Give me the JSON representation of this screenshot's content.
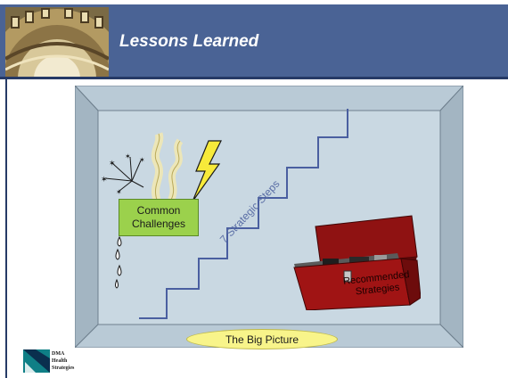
{
  "slide": {
    "title": "Lessons Learned"
  },
  "diagram": {
    "common_challenges": [
      "Common",
      "Challenges"
    ],
    "steps_label": "7 Strategic Steps",
    "recommended_strategies": [
      "Recommended",
      "Strategies"
    ],
    "big_picture": "The Big Picture"
  },
  "logo": {
    "lines": [
      "DMA",
      "Health",
      "Strategies"
    ]
  },
  "colors": {
    "header": "#4a6395",
    "rule": "#263a66",
    "room_back_wall": "#c9d8e2",
    "room_side_wall": "#a6b8c4",
    "stairs": "#4a5fa0",
    "challenges_box": "#9bd14c",
    "toolbox": "#8f1212",
    "big_picture": "#f8f48a"
  }
}
